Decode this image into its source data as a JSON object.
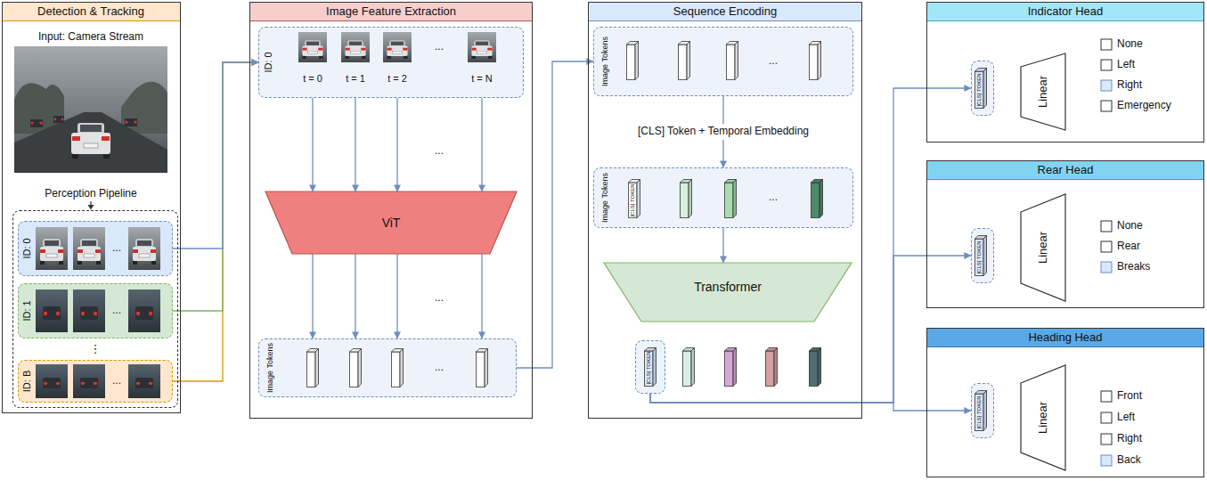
{
  "diagram": {
    "nodes": [
      {
        "text": [
          "Detection & Tracking",
          "Input: Camera Stream",
          "Perception Pipeline"
        ]
      },
      {
        "text": [
          "⋮"
        ],
        "in": 0
      },
      {
        "text": [
          "ID: 0",
          "..."
        ],
        "in": 1
      },
      {
        "text": [
          "ID: 1",
          "..."
        ],
        "in": 1
      },
      {
        "text": [
          "ID: B",
          "..."
        ],
        "in": 1
      },
      {
        "text": [
          "Image Feature Extraction",
          "...",
          "..."
        ]
      },
      {
        "text": [
          "ID: 0",
          "t = 0",
          "t = 1",
          "t = 2",
          "...",
          "t = N"
        ],
        "in": 5
      },
      {
        "text": [
          "ViT"
        ],
        "in": 5
      },
      {
        "text": [
          "Image Tokens",
          "..."
        ],
        "in": 5
      },
      {
        "text": [
          "Sequence Encoding",
          "[CLS] Token + Temporal Embedding"
        ]
      },
      {
        "text": [
          "Image Tokens",
          "..."
        ],
        "in": 9
      },
      {
        "text": [
          "Image Tokens",
          "[CLS] TOKEN",
          "..."
        ],
        "in": 9
      },
      {
        "text": [
          "Transformer"
        ],
        "in": 9
      },
      {
        "text": [
          "[CLS] TOKEN"
        ],
        "in": 9
      },
      {
        "text": [
          "Indicator Head",
          "None",
          "Left",
          "Right",
          "Emergency"
        ]
      },
      {
        "text": [
          "[CLS] TOKEN"
        ],
        "in": 14
      },
      {
        "text": [
          "Linear"
        ],
        "in": 14
      },
      {
        "text": [
          "Rear Head",
          "None",
          "Rear",
          "Breaks"
        ]
      },
      {
        "text": [
          "[CLS] TOKEN"
        ],
        "in": 17
      },
      {
        "text": [
          "Linear"
        ],
        "in": 17
      },
      {
        "text": [
          "Heading Head",
          "Front",
          "Left",
          "Right",
          "Back"
        ]
      },
      {
        "text": [
          "[CLS] TOKEN"
        ],
        "in": 20
      },
      {
        "text": [
          "Linear"
        ],
        "in": 20
      }
    ],
    "edges": [
      {
        "from": 2,
        "to": 6,
        "arrow": "to"
      },
      {
        "from": 3,
        "to": 6,
        "arrow": "to"
      },
      {
        "from": 4,
        "to": 6,
        "arrow": "to"
      },
      {
        "from": 6,
        "to": 7,
        "arrow": "to"
      },
      {
        "from": 7,
        "to": 8,
        "arrow": "to"
      },
      {
        "from": 8,
        "to": 10,
        "arrow": "to"
      },
      {
        "from": 10,
        "to": 11,
        "arrow": "to"
      },
      {
        "from": 11,
        "to": 12,
        "arrow": "to"
      },
      {
        "from": 13,
        "to": 15,
        "arrow": "to"
      },
      {
        "from": 13,
        "to": 18,
        "arrow": "to"
      },
      {
        "from": 13,
        "to": 21,
        "arrow": "to"
      }
    ]
  }
}
